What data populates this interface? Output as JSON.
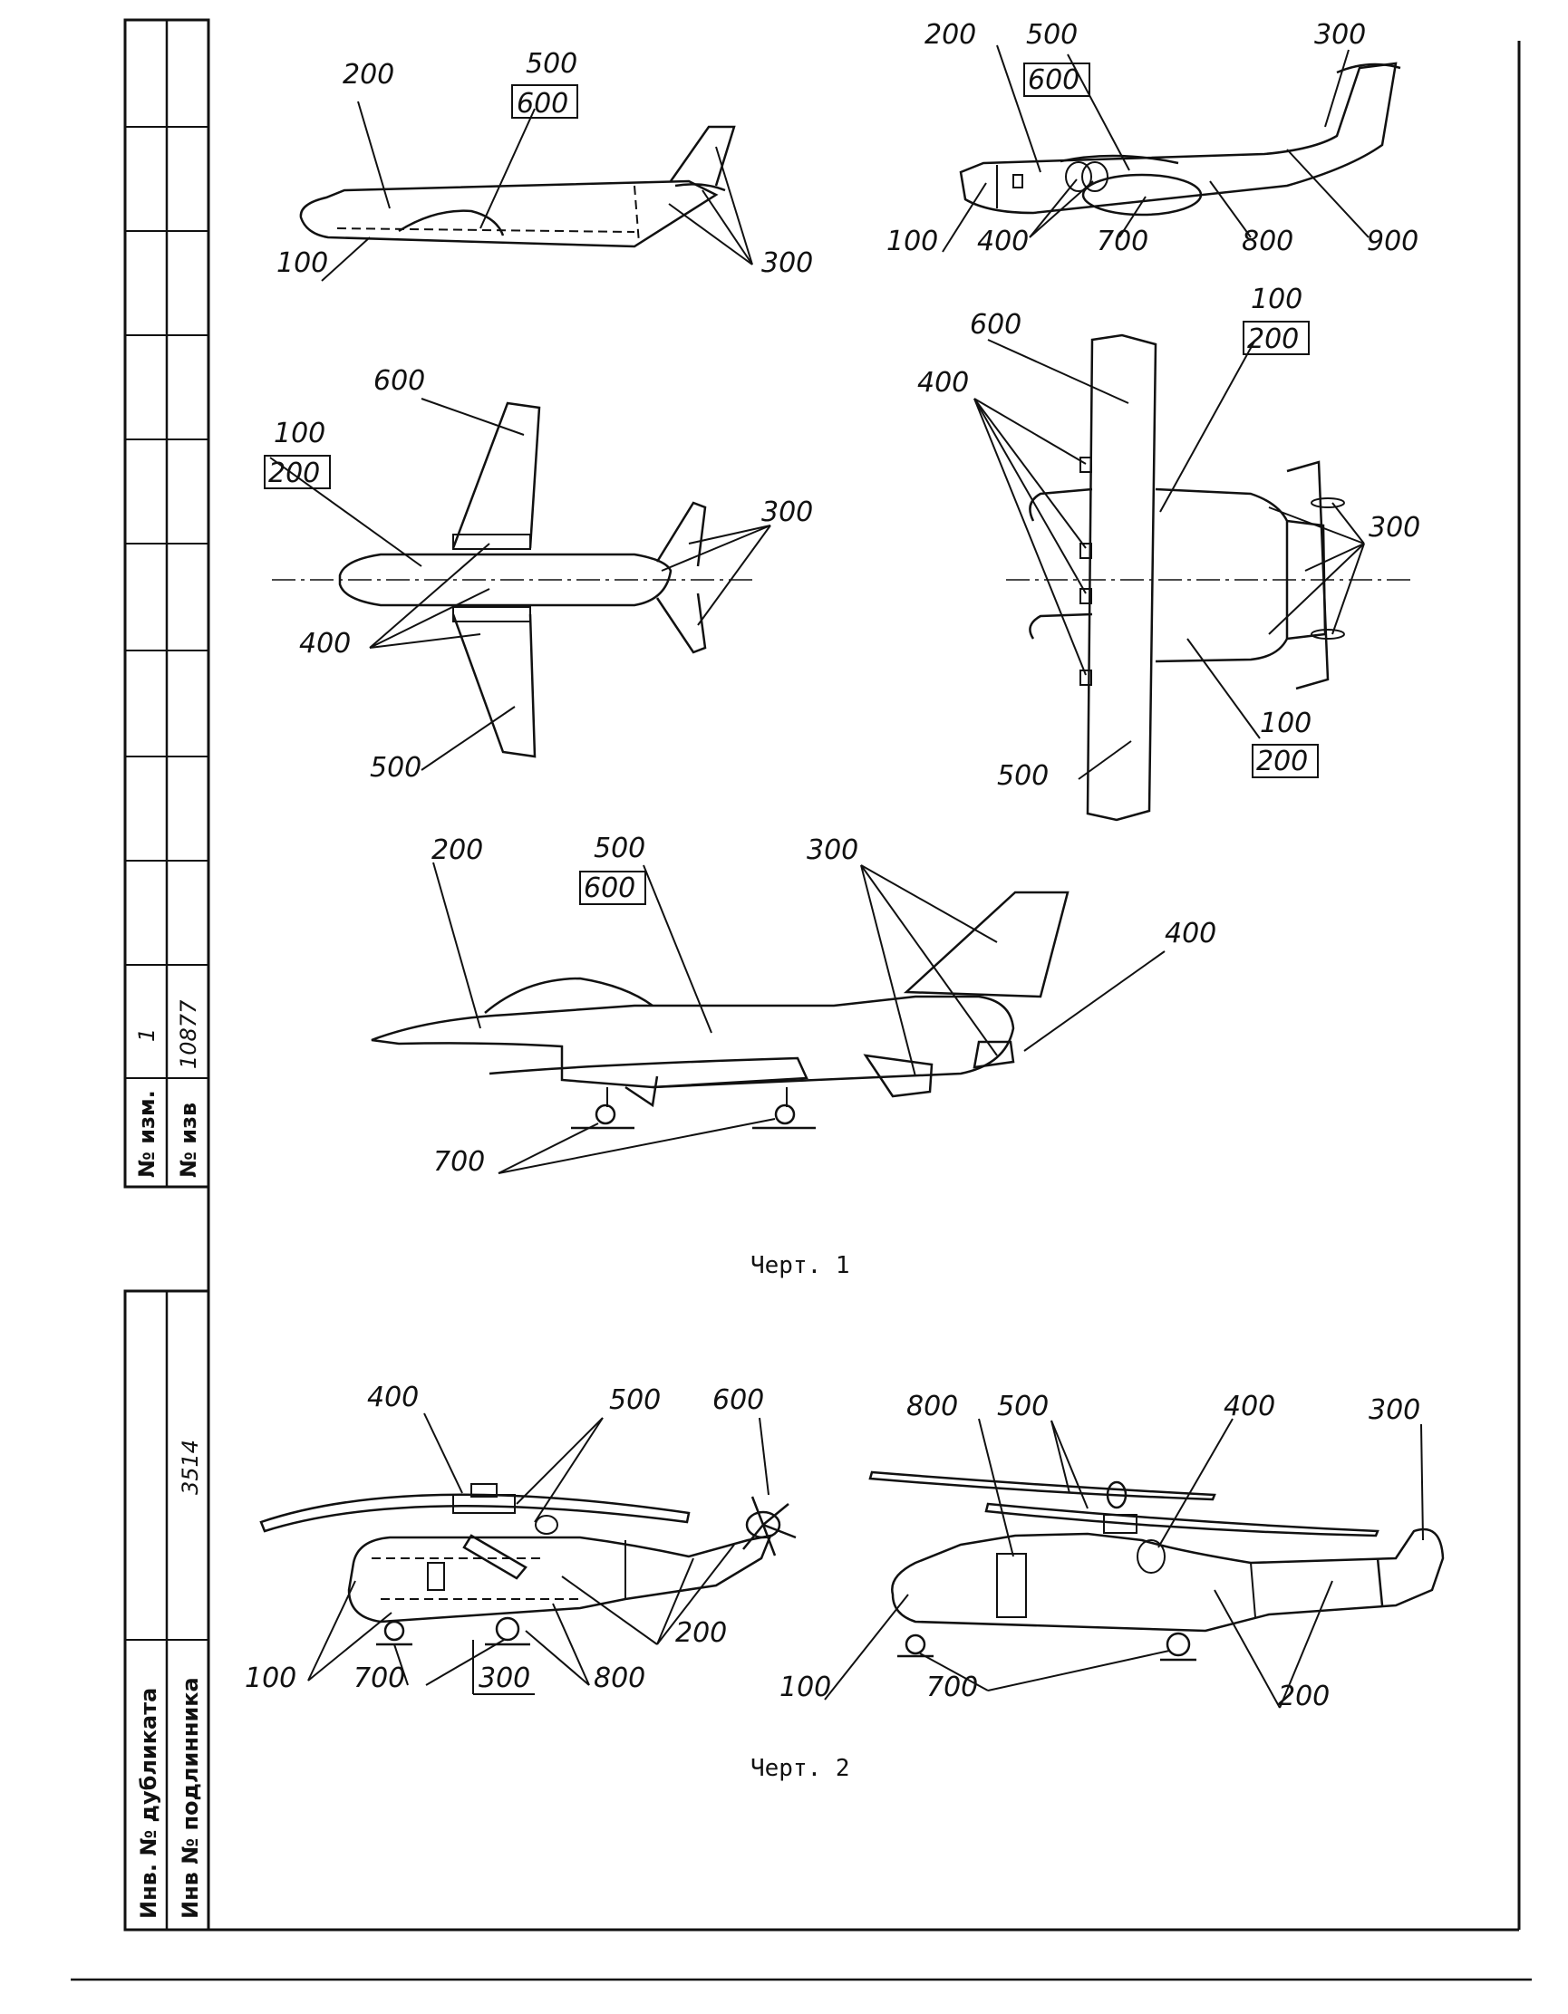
{
  "labels": {
    "n100": "100",
    "n200": "200",
    "n300": "300",
    "n400": "400",
    "n500": "500",
    "n600": "600",
    "n700": "700",
    "n800": "800",
    "n900": "900"
  },
  "captions": {
    "chert1": "Черт. 1",
    "chert2": "Черт. 2"
  },
  "stamp": {
    "no_izm": "№ изм.",
    "no_izv": "№ изв",
    "izm_value": "1",
    "izv_value": "10877",
    "inv_dublikata": "Инв. № дубликата",
    "inv_podlinnika": "Инв № подлинника",
    "inv_value": "3514"
  }
}
